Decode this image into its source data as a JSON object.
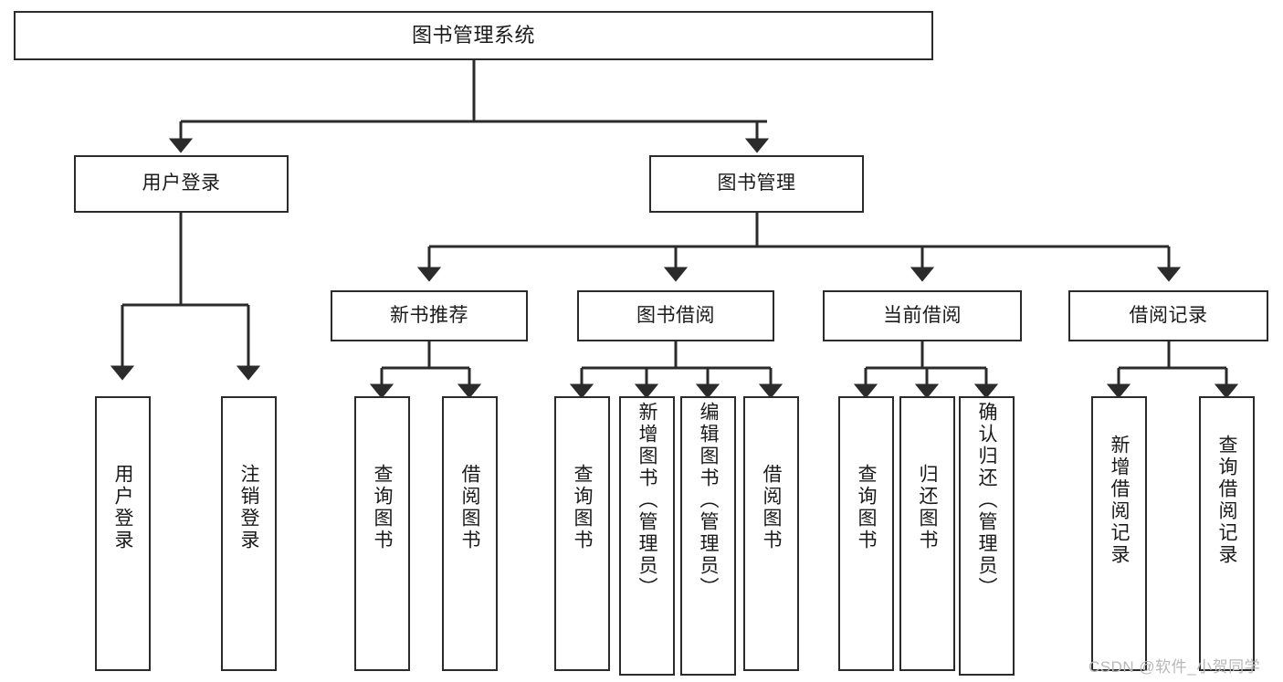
{
  "diagram": {
    "title": "图书管理系统",
    "orientation": "top-down-tree",
    "colors": {
      "box_border": "#2b2b2b",
      "box_fill": "#ffffff",
      "edge": "#2b2b2b",
      "canvas": "#ffffff",
      "watermark": "#b8b8b8"
    },
    "watermark": "CSDN @软件_小贺同学",
    "nodes": {
      "root": {
        "label": "图书管理系统"
      },
      "level2": [
        {
          "label": "用户登录"
        },
        {
          "label": "图书管理"
        }
      ],
      "level3": [
        {
          "label": "新书推荐"
        },
        {
          "label": "图书借阅"
        },
        {
          "label": "当前借阅"
        },
        {
          "label": "借阅记录"
        }
      ],
      "leaves": {
        "user_login": [
          {
            "label": "用户登录"
          },
          {
            "label": "注销登录"
          }
        ],
        "new_book_recommend": [
          {
            "label": "查询图书"
          },
          {
            "label": "借阅图书"
          }
        ],
        "book_borrow": [
          {
            "label": "查询图书"
          },
          {
            "label": "新增图书（管理员）"
          },
          {
            "label": "编辑图书（管理员）"
          },
          {
            "label": "借阅图书"
          }
        ],
        "current_borrow": [
          {
            "label": "查询图书"
          },
          {
            "label": "归还图书"
          },
          {
            "label": "确认归还（管理员）"
          }
        ],
        "borrow_record": [
          {
            "label": "新增借阅记录"
          },
          {
            "label": "查询借阅记录"
          }
        ]
      }
    }
  }
}
